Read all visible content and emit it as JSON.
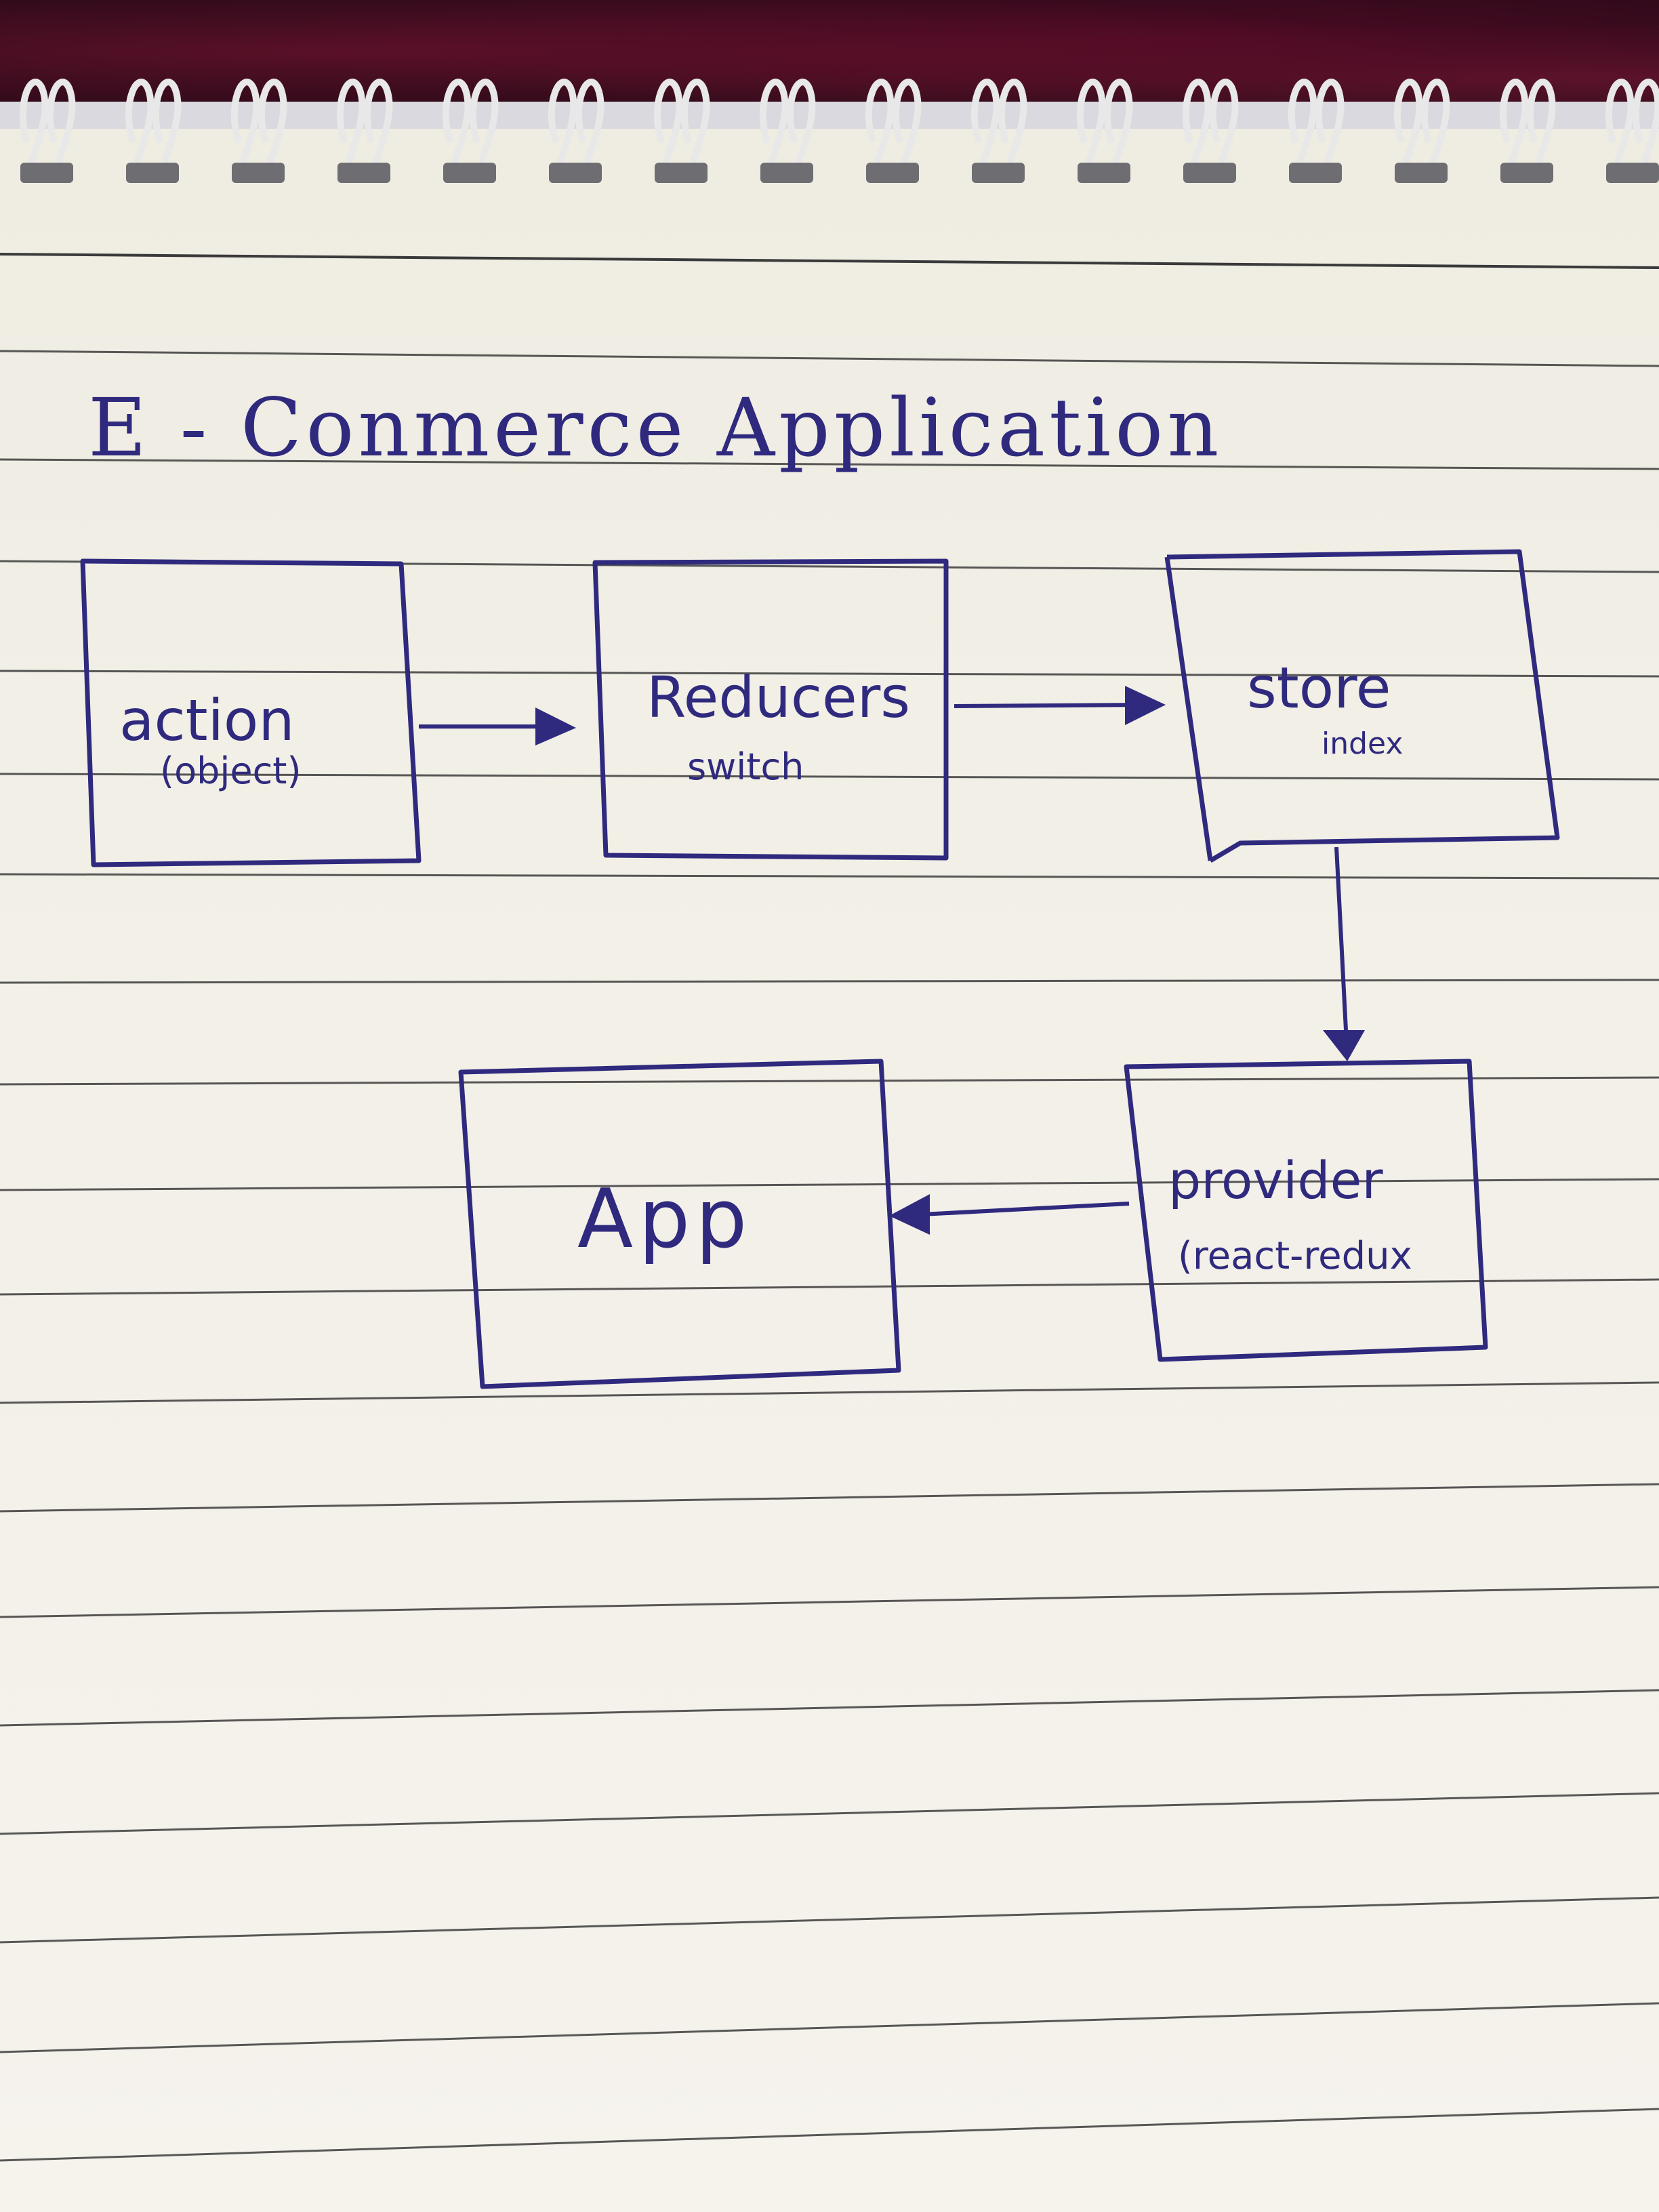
{
  "title": "E - Conmerce Application",
  "colors": {
    "ink": "#2f2a7e",
    "paper": "#f1efe6",
    "rule": "#3c3c3c"
  },
  "nodes": [
    {
      "id": "action",
      "label": "action",
      "sublabel": "(object)"
    },
    {
      "id": "reducers",
      "label": "Reducers",
      "sublabel": "switch"
    },
    {
      "id": "store",
      "label": "store",
      "sublabel": "index"
    },
    {
      "id": "provider",
      "label": "provider",
      "sublabel": "(react-redux"
    },
    {
      "id": "app",
      "label": "App",
      "sublabel": ""
    }
  ],
  "edges": [
    {
      "from": "action",
      "to": "reducers"
    },
    {
      "from": "reducers",
      "to": "store"
    },
    {
      "from": "store",
      "to": "provider"
    },
    {
      "from": "provider",
      "to": "app"
    }
  ]
}
